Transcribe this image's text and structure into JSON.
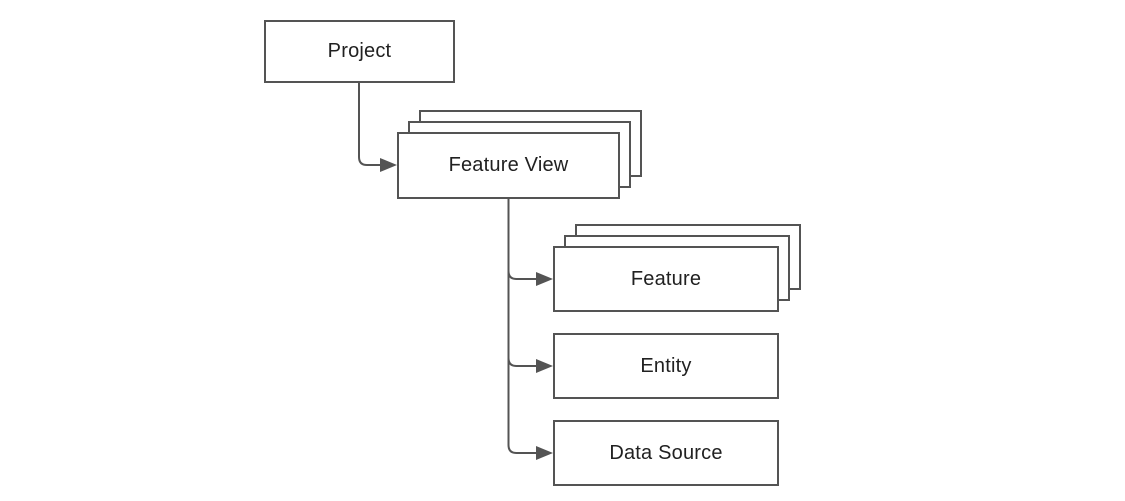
{
  "diagram": {
    "background_color": "#ffffff",
    "line_color": "#545454",
    "text_color": "#212121",
    "nodes": [
      {
        "id": "project",
        "label": "Project",
        "stacked": false
      },
      {
        "id": "feature-view",
        "label": "Feature View",
        "stacked": true
      },
      {
        "id": "feature",
        "label": "Feature",
        "stacked": true
      },
      {
        "id": "entity",
        "label": "Entity",
        "stacked": false
      },
      {
        "id": "data-source",
        "label": "Data Source",
        "stacked": false
      }
    ],
    "edges": [
      {
        "from": "project",
        "to": "feature-view"
      },
      {
        "from": "feature-view",
        "to": "feature"
      },
      {
        "from": "feature-view",
        "to": "entity"
      },
      {
        "from": "feature-view",
        "to": "data-source"
      }
    ]
  }
}
